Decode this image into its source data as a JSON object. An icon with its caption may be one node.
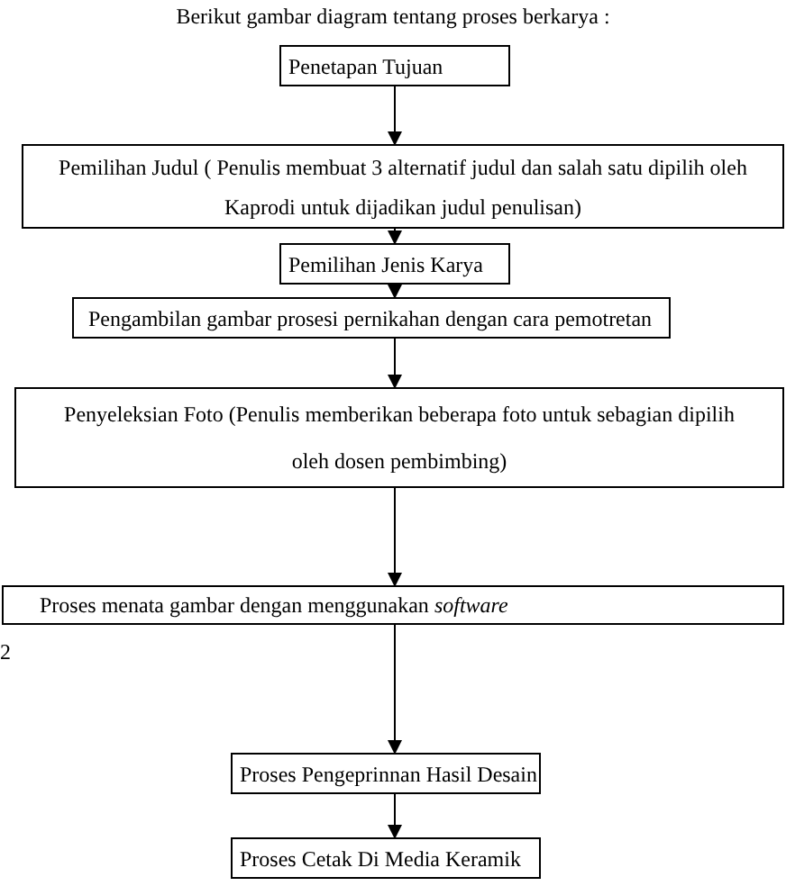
{
  "diagram": {
    "title": "Berikut gambar diagram tentang proses berkarya :",
    "nodes": [
      {
        "text": [
          "Penetapan Tujuan"
        ]
      },
      {
        "text": [
          "Pemilihan Judul ( Penulis membuat 3 alternatif judul dan salah satu dipilih oleh Kaprodi untuk dijadikan judul penulisan)"
        ]
      },
      {
        "text": [
          "Pemilihan Jenis Karya"
        ]
      },
      {
        "text": [
          "Pengambilan gambar prosesi pernikahan dengan cara pemotretan"
        ]
      },
      {
        "text": [
          "Penyeleksian Foto (Penulis memberikan beberapa foto untuk sebagian dipilih oleh dosen pembimbing)"
        ]
      },
      {
        "text": [
          "Proses menata gambar dengan menggunakan *software*"
        ]
      },
      {
        "text": [
          "Proses Pengeprinnan Hasil Desain"
        ]
      },
      {
        "text": [
          "Proses Cetak Di Media Keramik"
        ]
      }
    ],
    "edges": [
      {
        "from": 0,
        "to": 1,
        "arrow": "to"
      },
      {
        "from": 1,
        "to": 2,
        "arrow": "to"
      },
      {
        "from": 2,
        "to": 3,
        "arrow": "to"
      },
      {
        "from": 3,
        "to": 4,
        "arrow": "to"
      },
      {
        "from": 4,
        "to": 5,
        "arrow": "to"
      },
      {
        "from": 5,
        "to": 6,
        "arrow": "to"
      },
      {
        "from": 6,
        "to": 7,
        "arrow": "to"
      }
    ],
    "labels": [
      "2"
    ]
  }
}
